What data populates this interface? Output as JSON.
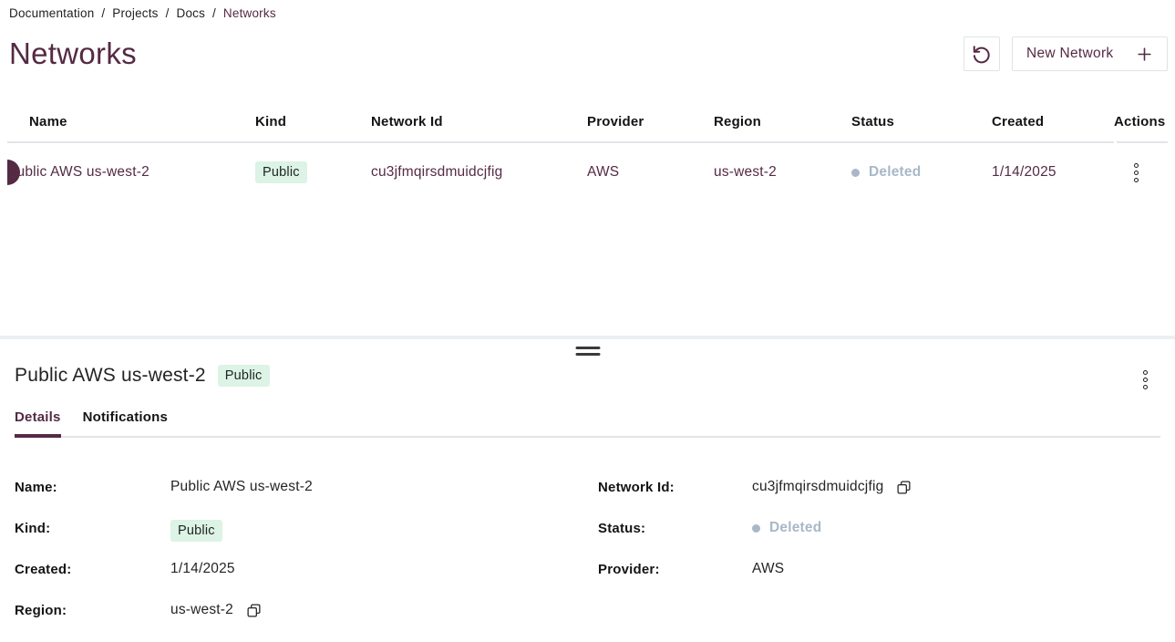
{
  "colors": {
    "accent": "#542a44",
    "badge_bg": "#dcf3e6",
    "status_deleted": "#a8b8c7",
    "border": "#e2e5e9"
  },
  "breadcrumb": {
    "separator": "/",
    "items": [
      {
        "label": "Documentation"
      },
      {
        "label": "Projects"
      },
      {
        "label": "Docs"
      },
      {
        "label": "Networks"
      }
    ]
  },
  "header": {
    "title": "Networks",
    "new_network_label": "New Network"
  },
  "table": {
    "columns": [
      "Name",
      "Kind",
      "Network Id",
      "Provider",
      "Region",
      "Status",
      "Created",
      "Actions"
    ],
    "rows": [
      {
        "name": "Public AWS us-west-2",
        "kind": "Public",
        "network_id": "cu3jfmqirsdmuidcjfig",
        "provider": "AWS",
        "region": "us-west-2",
        "status": "Deleted",
        "created": "1/14/2025"
      }
    ]
  },
  "drawer": {
    "title": "Public AWS us-west-2",
    "badge": "Public",
    "tabs": [
      {
        "label": "Details"
      },
      {
        "label": "Notifications"
      }
    ],
    "details": {
      "name_label": "Name:",
      "name_value": "Public AWS us-west-2",
      "network_id_label": "Network Id:",
      "network_id_value": "cu3jfmqirsdmuidcjfig",
      "kind_label": "Kind:",
      "kind_value": "Public",
      "status_label": "Status:",
      "status_value": "Deleted",
      "created_label": "Created:",
      "created_value": "1/14/2025",
      "provider_label": "Provider:",
      "provider_value": "AWS",
      "region_label": "Region:",
      "region_value": "us-west-2"
    }
  }
}
